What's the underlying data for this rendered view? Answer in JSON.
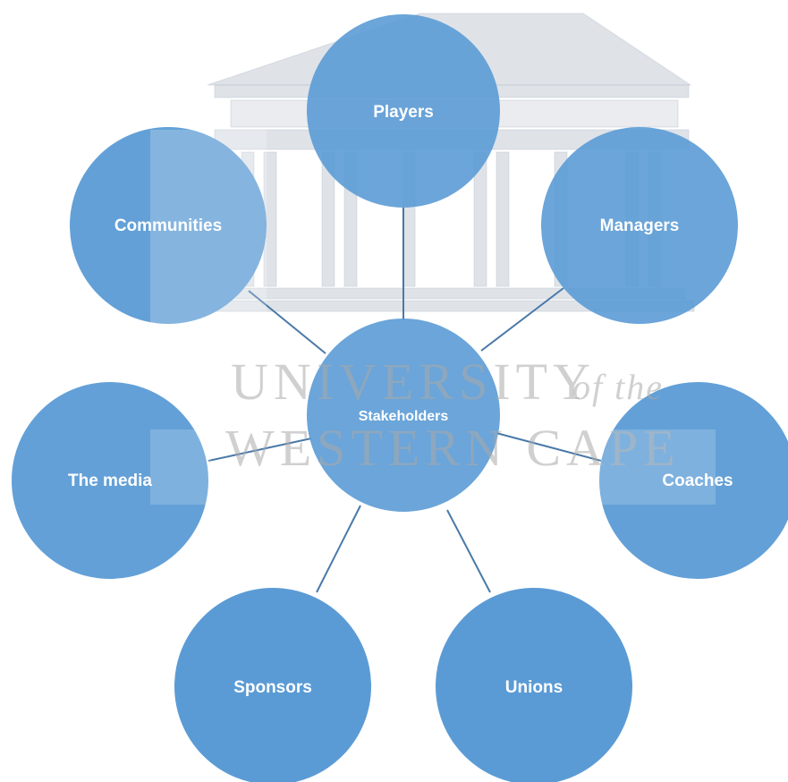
{
  "watermark": {
    "line1_main": "UNIVERSITY",
    "line1_tail": "of the",
    "line2": "WESTERN CAPE"
  },
  "diagram": {
    "center": {
      "label": "Stakeholders"
    },
    "nodes": [
      {
        "id": "players",
        "label": "Players"
      },
      {
        "id": "managers",
        "label": "Managers"
      },
      {
        "id": "coaches",
        "label": "Coaches"
      },
      {
        "id": "unions",
        "label": "Unions"
      },
      {
        "id": "sponsors",
        "label": "Sponsors"
      },
      {
        "id": "the-media",
        "label": "The media"
      },
      {
        "id": "communities",
        "label": "Communities"
      }
    ]
  },
  "colors": {
    "node_fill": "#5B9BD5",
    "connector": "#4A79A8",
    "label": "#FFFFFF"
  }
}
